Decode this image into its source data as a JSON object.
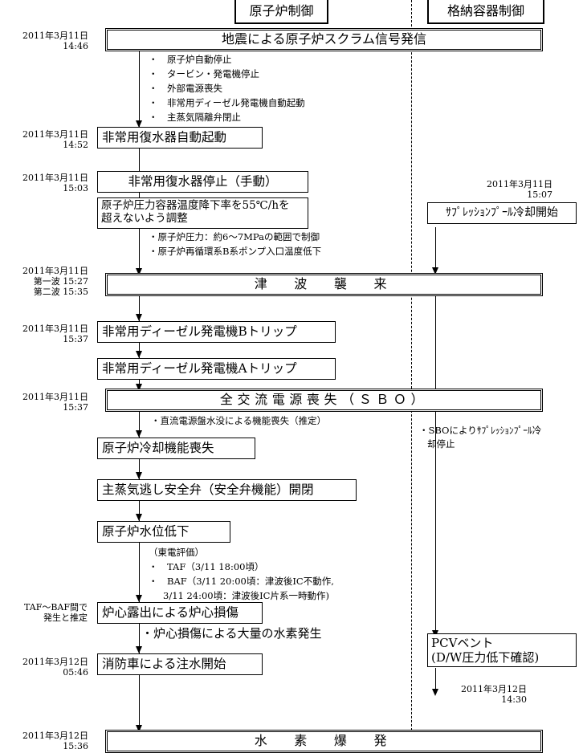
{
  "headers": {
    "reactor_control": "原子炉制御",
    "containment_control": "格納容器制御"
  },
  "events": {
    "scram": "地震による原子炉スクラム信号発信",
    "ic_start": "非常用復水器自動起動",
    "ic_stop": "非常用復水器停止（手動）",
    "cooldown_rate_line1": "原子炉圧力容器温度降下率を55℃/hを",
    "cooldown_rate_line2": "超えないよう調整",
    "tsunami": "津　波　襲　来",
    "dg_b_trip": "非常用ディーゼル発電機Bトリップ",
    "dg_a_trip": "非常用ディーゼル発電機Aトリップ",
    "sbo": "全交流電源喪失（ＳＢＯ）",
    "cooling_loss": "原子炉冷却機能喪失",
    "srv": "主蒸気逃し安全弁（安全弁機能）開閉",
    "level_drop": "原子炉水位低下",
    "core_damage": "炉心露出による炉心損傷",
    "fire_injection": "消防車による注水開始",
    "explosion": "水　素　爆　発",
    "sp_cooling": "ｻﾌﾟﾚｯｼｮﾝﾌﾟｰﾙ冷却開始",
    "pcv_vent_line1": "PCVベント",
    "pcv_vent_line2": "(D/W圧力低下確認)"
  },
  "notes": {
    "scram_effects": [
      "・　原子炉自動停止",
      "・　タービン・発電機停止",
      "・　外部電源喪失",
      "・　非常用ディーゼル発電機自動起動",
      "・　主蒸気隔離弁閉止"
    ],
    "pressure_control": [
      "・原子炉圧力：約6～7MPaの範囲で制御",
      "・原子炉再循環系B系ポンプ入口温度低下"
    ],
    "dc_loss": "・直流電源盤水没による機能喪失（推定）",
    "tepco_eval": "（東電評価）",
    "taf": "・　TAF（3/11 18:00頃）",
    "baf_line1": "・　BAF（3/11 20:00頃：津波後IC不動作,",
    "baf_line2": "3/11 24:00頃：津波後IC片系一時動作)",
    "hydrogen": "・炉心損傷による大量の水素発生",
    "sp_cooling_stop_line1": "・SBOによりｻﾌﾟﾚｯｼｮﾝﾌﾟｰﾙ冷",
    "sp_cooling_stop_line2": "却停止",
    "taf_baf_line1": "TAF～BAF間で",
    "taf_baf_line2": "発生と推定"
  },
  "times": {
    "t1_date": "2011年3月11日",
    "t1_time": "14:46",
    "t2_date": "2011年3月11日",
    "t2_time": "14:52",
    "t3_date": "2011年3月11日",
    "t3_time": "15:03",
    "t4_date": "2011年3月11日",
    "t4_wave1": "第一波 15:27",
    "t4_wave2": "第二波 15:35",
    "t5_date": "2011年3月11日",
    "t5_time": "15:37",
    "t6_date": "2011年3月11日",
    "t6_time": "15:37",
    "t7_date": "2011年3月12日",
    "t7_time": "05:46",
    "t8_date": "2011年3月12日",
    "t8_time": "15:36",
    "tr1_date": "2011年3月11日",
    "tr1_time": "15:07",
    "tr2_date": "2011年3月12日",
    "tr2_time": "14:30"
  }
}
